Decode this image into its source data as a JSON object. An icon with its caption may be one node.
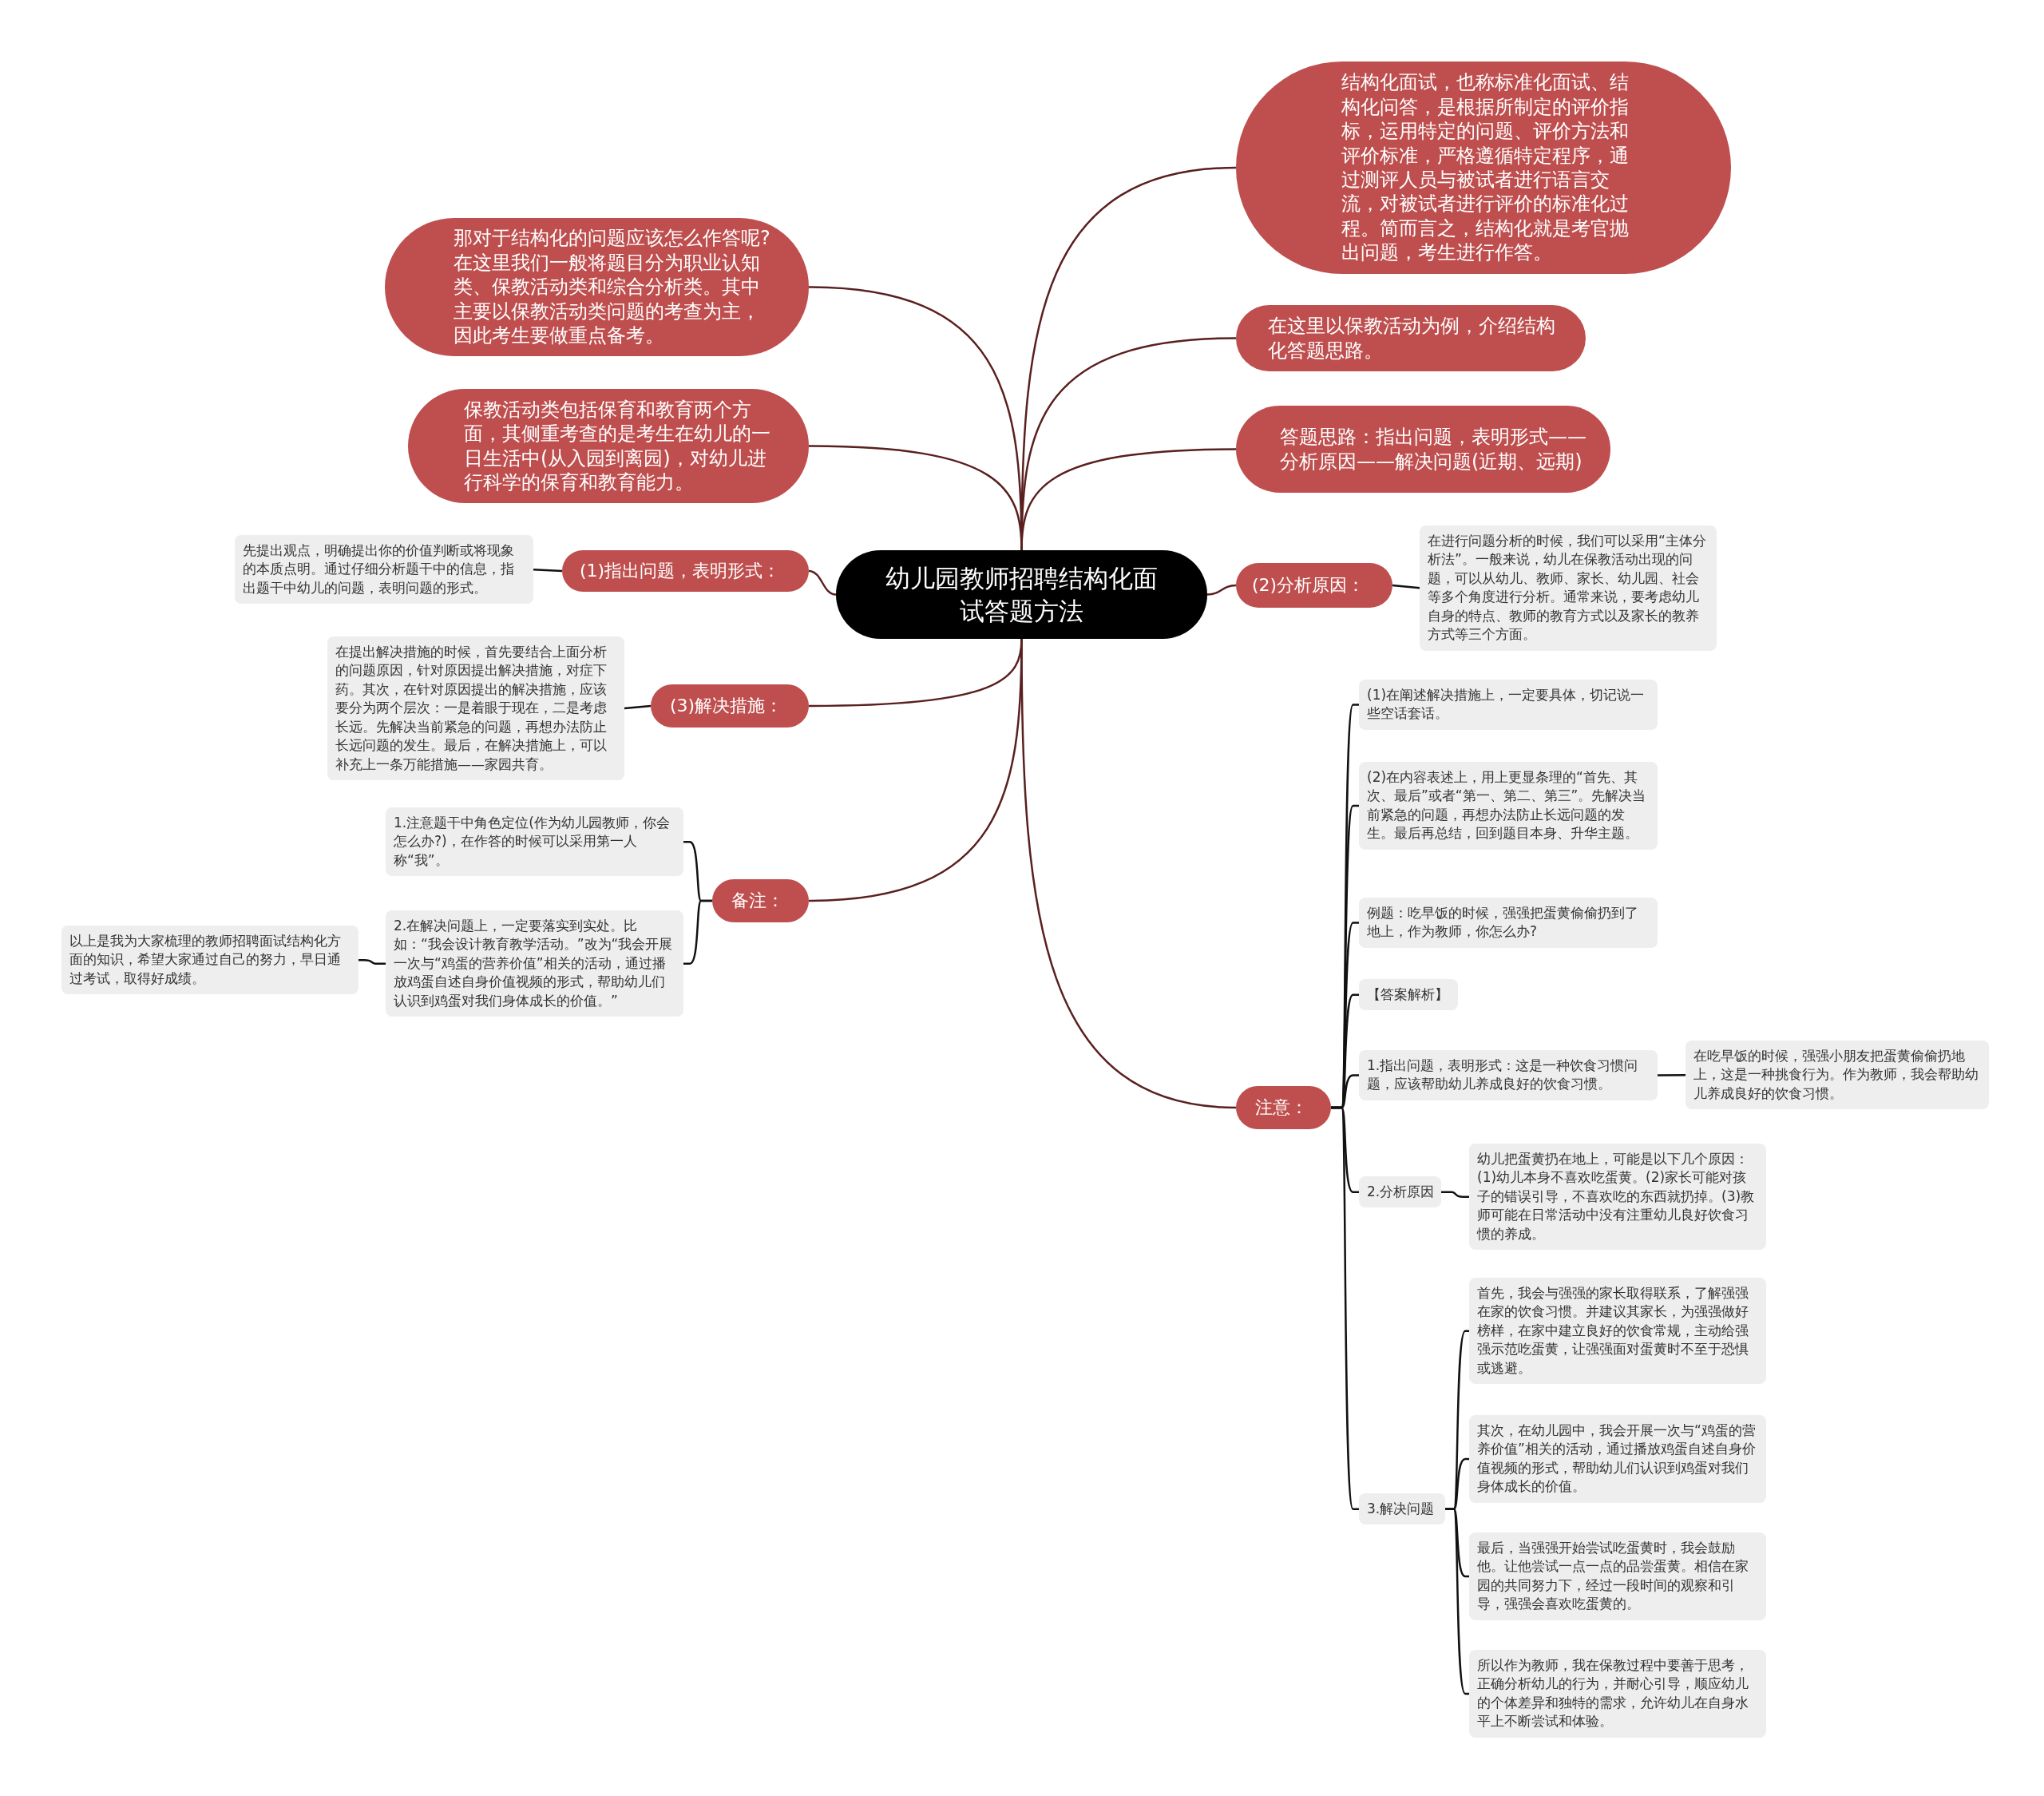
{
  "diagram": {
    "nodes": [
      {
        "text": [
          "幼儿园教师招聘结构化面试答题方法"
        ]
      },
      {
        "text": [
          "结构化面试，也称标准化面试、结构化问答，是根据所制定的评价指标，运用特定的问题、评价方法和评价标准，严格遵循特定程序，通过测评人员与被试者进行语言交流，对被试者进行评价的标准化过程。简而言之，结构化就是考官抛出问题，考生进行作答。"
        ]
      },
      {
        "text": [
          "在这里以保教活动为例，介绍结构化答题思路。"
        ]
      },
      {
        "text": [
          "答题思路：指出问题，表明形式——分析原因——解决问题(近期、远期)"
        ]
      },
      {
        "text": [
          "(2)分析原因："
        ]
      },
      {
        "text": [
          "在进行问题分析的时候，我们可以采用“主体分析法”。一般来说，幼儿在保教活动出现的问题，可以从幼儿、教师、家长、幼儿园、社会等多个角度进行分析。通常来说，要考虑幼儿自身的特点、教师的教育方式以及家长的教养方式等三个方面。"
        ]
      },
      {
        "text": [
          "那对于结构化的问题应该怎么作答呢?在这里我们一般将题目分为职业认知类、保教活动类和综合分析类。其中主要以保教活动类问题的考查为主，因此考生要做重点备考。"
        ]
      },
      {
        "text": [
          "保教活动类包括保育和教育两个方面，其侧重考查的是考生在幼儿的一日生活中(从入园到离园)，对幼儿进行科学的保育和教育能力。"
        ]
      },
      {
        "text": [
          "(1)指出问题，表明形式："
        ]
      },
      {
        "text": [
          "先提出观点，明确提出你的价值判断或将现象的本质点明。通过仔细分析题干中的信息，指出题干中幼儿的问题，表明问题的形式。"
        ]
      },
      {
        "text": [
          "(3)解决措施："
        ]
      },
      {
        "text": [
          "在提出解决措施的时候，首先要结合上面分析的问题原因，针对原因提出解决措施，对症下药。其次，在针对原因提出的解决措施，应该要分为两个层次：一是着眼于现在，二是考虑长远。先解决当前紧急的问题，再想办法防止长远问题的发生。最后，在解决措施上，可以补充上一条万能措施——家园共育。"
        ]
      },
      {
        "text": [
          "备注："
        ]
      },
      {
        "text": [
          "1.注意题干中角色定位(作为幼儿园教师，你会怎么办?)，在作答的时候可以采用第一人称“我”。"
        ]
      },
      {
        "text": [
          "2.在解决问题上，一定要落实到实处。比如：“我会设计教育教学活动。”改为“我会开展一次与“鸡蛋的营养价值”相关的活动，通过播放鸡蛋自述自身价值视频的形式，帮助幼儿们认识到鸡蛋对我们身体成长的价值。”"
        ]
      },
      {
        "text": [
          "以上是我为大家梳理的教师招聘面试结构化方面的知识，希望大家通过自己的努力，早日通过考试，取得好成绩。"
        ]
      },
      {
        "text": [
          "注意："
        ]
      },
      {
        "text": [
          "(1)在阐述解决措施上，一定要具体，切记说一些空话套话。"
        ]
      },
      {
        "text": [
          "(2)在内容表述上，用上更显条理的“首先、其次、最后”或者“第一、第二、第三”。先解决当前紧急的问题，再想办法防止长远问题的发生。最后再总结，回到题目本身、升华主题。"
        ]
      },
      {
        "text": [
          "例题：吃早饭的时候，强强把蛋黄偷偷扔到了地上，作为教师，你怎么办?"
        ]
      },
      {
        "text": [
          "【答案解析】"
        ]
      },
      {
        "text": [
          "1.指出问题，表明形式：这是一种饮食习惯问题，应该帮助幼儿养成良好的饮食习惯。"
        ]
      },
      {
        "text": [
          "在吃早饭的时候，强强小朋友把蛋黄偷偷扔地上，这是一种挑食行为。作为教师，我会帮助幼儿养成良好的饮食习惯。"
        ]
      },
      {
        "text": [
          "2.分析原因"
        ]
      },
      {
        "text": [
          "幼儿把蛋黄扔在地上，可能是以下几个原因：(1)幼儿本身不喜欢吃蛋黄。(2)家长可能对孩子的错误引导，不喜欢吃的东西就扔掉。(3)教师可能在日常活动中没有注重幼儿良好饮食习惯的养成。"
        ]
      },
      {
        "text": [
          "3.解决问题"
        ]
      },
      {
        "text": [
          "首先，我会与强强的家长取得联系，了解强强在家的饮食习惯。并建议其家长，为强强做好榜样，在家中建立良好的饮食常规，主动给强强示范吃蛋黄，让强强面对蛋黄时不至于恐惧或逃避。"
        ]
      },
      {
        "text": [
          "其次，在幼儿园中，我会开展一次与“鸡蛋的营养价值”相关的活动，通过播放鸡蛋自述自身价值视频的形式，帮助幼儿们认识到鸡蛋对我们身体成长的价值。"
        ]
      },
      {
        "text": [
          "最后，当强强开始尝试吃蛋黄时，我会鼓励他。让他尝试一点一点的品尝蛋黄。相信在家园的共同努力下，经过一段时间的观察和引导，强强会喜欢吃蛋黄的。"
        ]
      },
      {
        "text": [
          "所以作为教师，我在保教过程中要善于思考，正确分析幼儿的行为，并耐心引导，顺应幼儿的个体差异和独特的需求，允许幼儿在自身水平上不断尝试和体验。"
        ]
      }
    ],
    "edges": [
      {
        "from": 0,
        "to": 1,
        "arrow": "none",
        "color": "#5a1f1f"
      },
      {
        "from": 0,
        "to": 2,
        "arrow": "none",
        "color": "#5a1f1f"
      },
      {
        "from": 0,
        "to": 3,
        "arrow": "none",
        "color": "#5a1f1f"
      },
      {
        "from": 0,
        "to": 4,
        "arrow": "none",
        "color": "#5a1f1f"
      },
      {
        "from": 4,
        "to": 5,
        "arrow": "none"
      },
      {
        "from": 0,
        "to": 6,
        "arrow": "none",
        "color": "#5a1f1f"
      },
      {
        "from": 0,
        "to": 7,
        "arrow": "none",
        "color": "#5a1f1f"
      },
      {
        "from": 0,
        "to": 8,
        "arrow": "none",
        "color": "#5a1f1f"
      },
      {
        "from": 8,
        "to": 9,
        "arrow": "none"
      },
      {
        "from": 0,
        "to": 10,
        "arrow": "none",
        "color": "#5a1f1f"
      },
      {
        "from": 10,
        "to": 11,
        "arrow": "none"
      },
      {
        "from": 0,
        "to": 12,
        "arrow": "none",
        "color": "#5a1f1f"
      },
      {
        "from": 12,
        "to": 13,
        "arrow": "none"
      },
      {
        "from": 12,
        "to": 14,
        "arrow": "none"
      },
      {
        "from": 14,
        "to": 15,
        "arrow": "none"
      },
      {
        "from": 0,
        "to": 16,
        "arrow": "none",
        "color": "#5a1f1f"
      },
      {
        "from": 16,
        "to": 17,
        "arrow": "none"
      },
      {
        "from": 16,
        "to": 18,
        "arrow": "none"
      },
      {
        "from": 16,
        "to": 19,
        "arrow": "none"
      },
      {
        "from": 16,
        "to": 20,
        "arrow": "none"
      },
      {
        "from": 16,
        "to": 21,
        "arrow": "none"
      },
      {
        "from": 21,
        "to": 22,
        "arrow": "none"
      },
      {
        "from": 16,
        "to": 23,
        "arrow": "none"
      },
      {
        "from": 23,
        "to": 24,
        "arrow": "none"
      },
      {
        "from": 16,
        "to": 25,
        "arrow": "none"
      },
      {
        "from": 25,
        "to": 26,
        "arrow": "none"
      },
      {
        "from": 25,
        "to": 27,
        "arrow": "none"
      },
      {
        "from": 25,
        "to": 28,
        "arrow": "none"
      },
      {
        "from": 25,
        "to": 29,
        "arrow": "none"
      }
    ]
  }
}
